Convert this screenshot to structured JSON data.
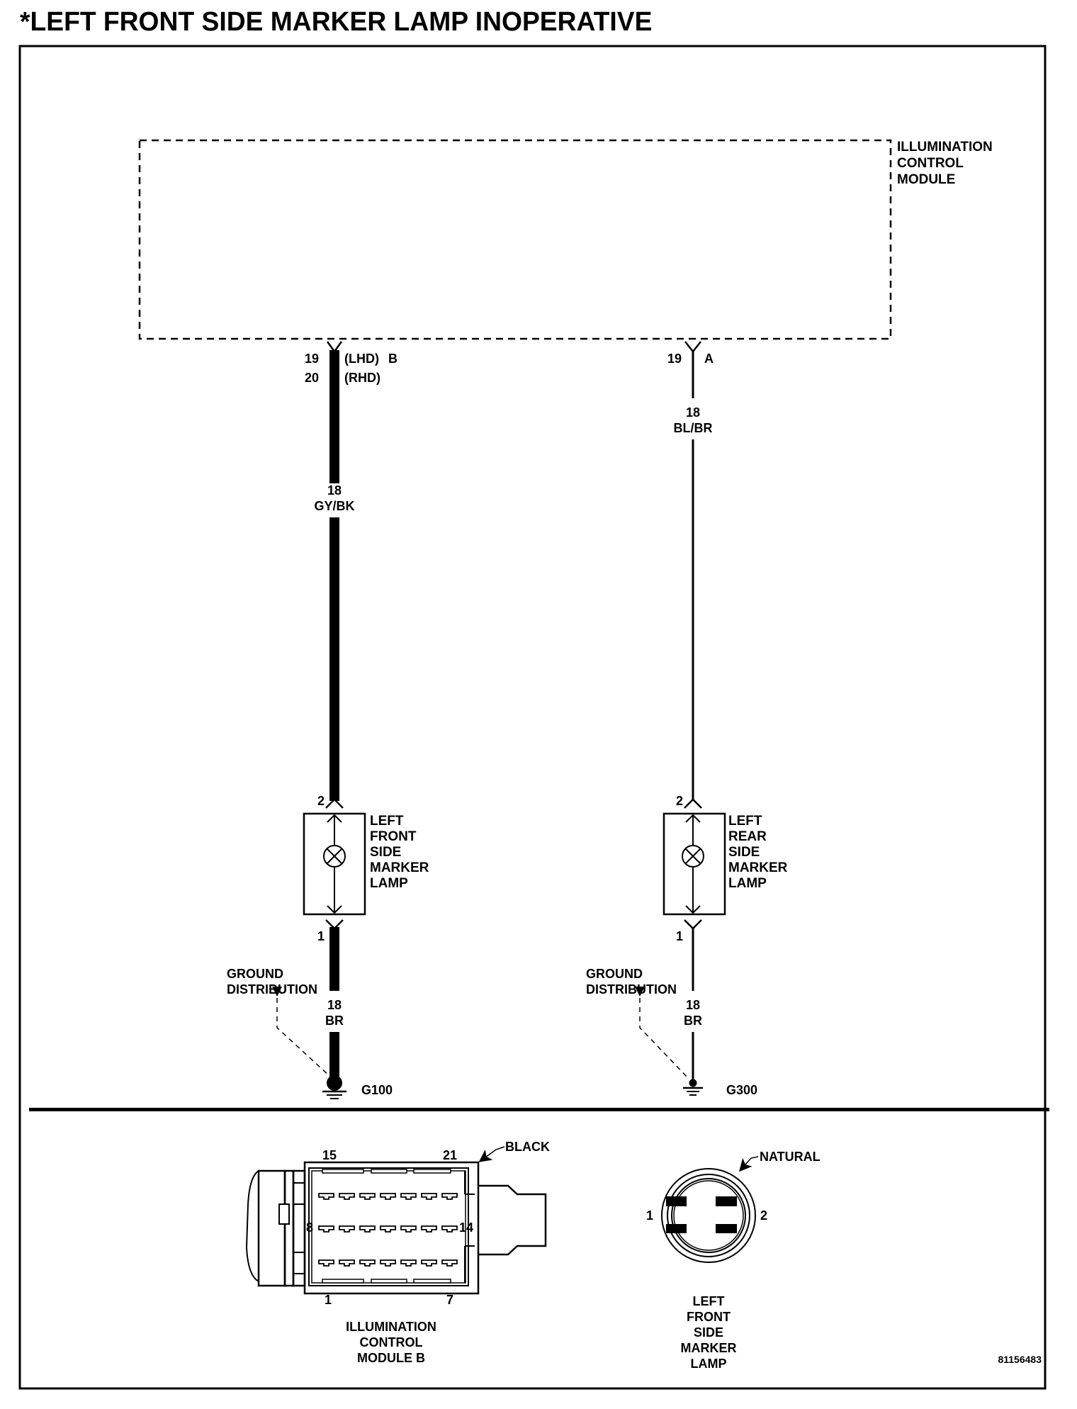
{
  "title": "*LEFT FRONT SIDE MARKER LAMP INOPERATIVE",
  "module": {
    "name_lines": [
      "ILLUMINATION",
      "CONTROL",
      "MODULE"
    ]
  },
  "circuits": {
    "left": {
      "module_pins": [
        "19",
        "20"
      ],
      "pin_notes": [
        "(LHD)",
        "(RHD)"
      ],
      "connector": "B",
      "gauge": "18",
      "color": "GY/BK",
      "lamp_pin_top": "2",
      "lamp_pin_bottom": "1",
      "lamp_name_lines": [
        "LEFT",
        "FRONT",
        "SIDE",
        "MARKER",
        "LAMP"
      ],
      "ground_label_lines": [
        "GROUND",
        "DISTRIBUTION"
      ],
      "ground_gauge": "18",
      "ground_color": "BR",
      "ground_id": "G100"
    },
    "right": {
      "module_pin": "19",
      "connector": "A",
      "gauge": "18",
      "color": "BL/BR",
      "lamp_pin_top": "2",
      "lamp_pin_bottom": "1",
      "lamp_name_lines": [
        "LEFT",
        "REAR",
        "SIDE",
        "MARKER",
        "LAMP"
      ],
      "ground_label_lines": [
        "GROUND",
        "DISTRIBUTION"
      ],
      "ground_gauge": "18",
      "ground_color": "BR",
      "ground_id": "G300"
    }
  },
  "connector_views": {
    "module_connector": {
      "color_label": "BLACK",
      "pin_labels": {
        "top_left": "15",
        "top_right": "21",
        "mid_left": "8",
        "mid_right": "14",
        "bottom_left": "1",
        "bottom_right": "7"
      },
      "caption_lines": [
        "ILLUMINATION",
        "CONTROL",
        "MODULE B"
      ]
    },
    "lamp_connector": {
      "color_label": "NATURAL",
      "pin_left": "1",
      "pin_right": "2",
      "caption_lines": [
        "LEFT",
        "FRONT",
        "SIDE",
        "MARKER",
        "LAMP"
      ]
    }
  },
  "figure_id": "81156483"
}
